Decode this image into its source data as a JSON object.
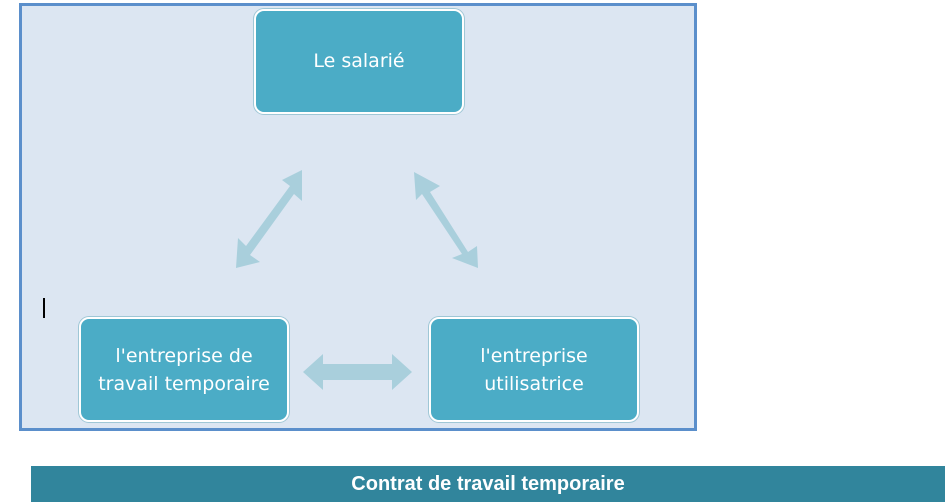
{
  "diagram": {
    "nodes": {
      "top": "Le salarié",
      "left": "l'entreprise de travail temporaire",
      "right": "l'entreprise utilisatrice"
    }
  },
  "footer": {
    "title": "Contrat de travail temporaire"
  },
  "colors": {
    "panel_background": "#dce6f2",
    "panel_border": "#5b8fcb",
    "node_fill": "#4bacc6",
    "arrow_fill": "#a9cfdc",
    "footer_background": "#31859c"
  }
}
